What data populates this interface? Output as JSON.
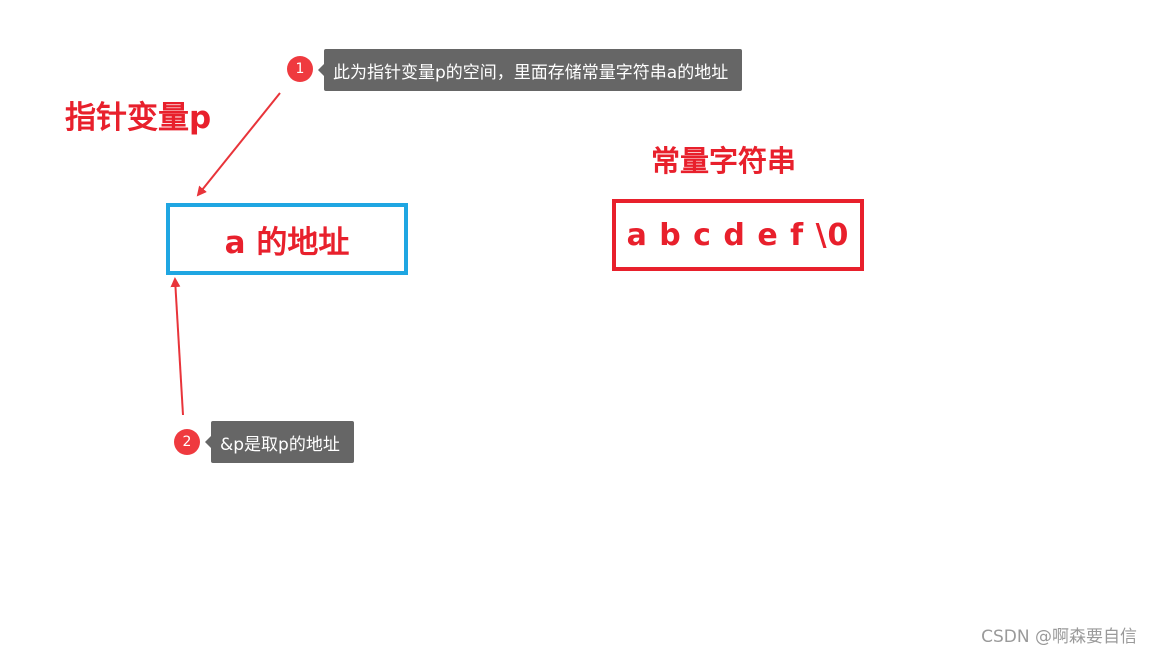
{
  "labels": {
    "pointer_title": "指针变量p",
    "const_title": "常量字符串"
  },
  "boxes": {
    "pointer_box_text": "a 的地址",
    "string_box_text": "a b c d e f \\0"
  },
  "annotations": [
    {
      "number": "1",
      "text": "此为指针变量p的空间，里面存储常量字符串a的地址"
    },
    {
      "number": "2",
      "text": "&p是取p的地址"
    }
  ],
  "watermark": "CSDN @啊森要自信",
  "colors": {
    "label_red": "#e8202c",
    "pointer_box_border": "#1fa6e2",
    "string_box_border": "#e8202c",
    "badge_red": "#ef3a3f",
    "callout_gray": "#666666"
  }
}
